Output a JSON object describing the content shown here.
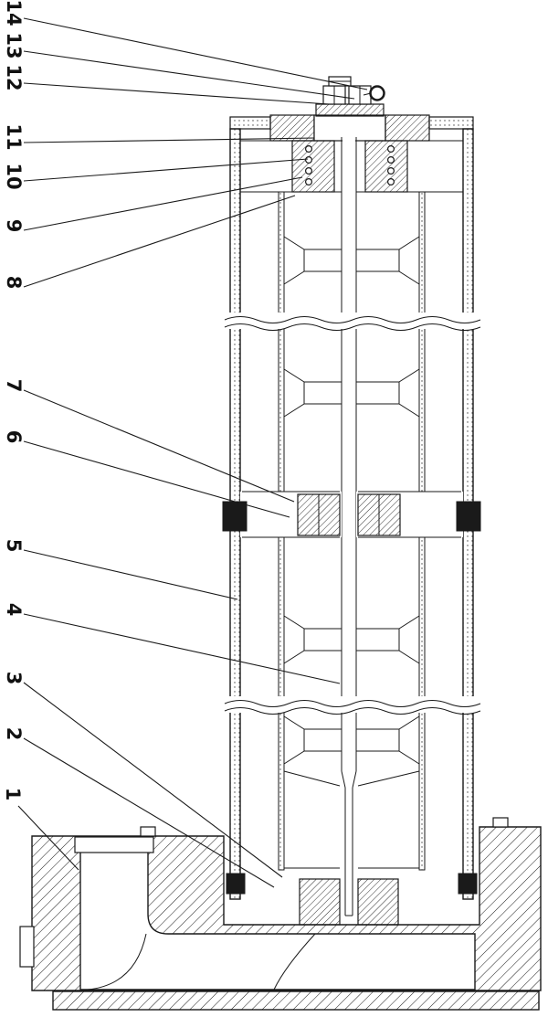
{
  "figure": {
    "callouts": [
      {
        "label": "1"
      },
      {
        "label": "2"
      },
      {
        "label": "3"
      },
      {
        "label": "4"
      },
      {
        "label": "5"
      },
      {
        "label": "6"
      },
      {
        "label": "7"
      },
      {
        "label": "8"
      },
      {
        "label": "9"
      },
      {
        "label": "10"
      },
      {
        "label": "11"
      },
      {
        "label": "12"
      },
      {
        "label": "13"
      },
      {
        "label": "14"
      }
    ]
  },
  "colors": {
    "line": "#1a1a1a",
    "background": "#ffffff"
  }
}
